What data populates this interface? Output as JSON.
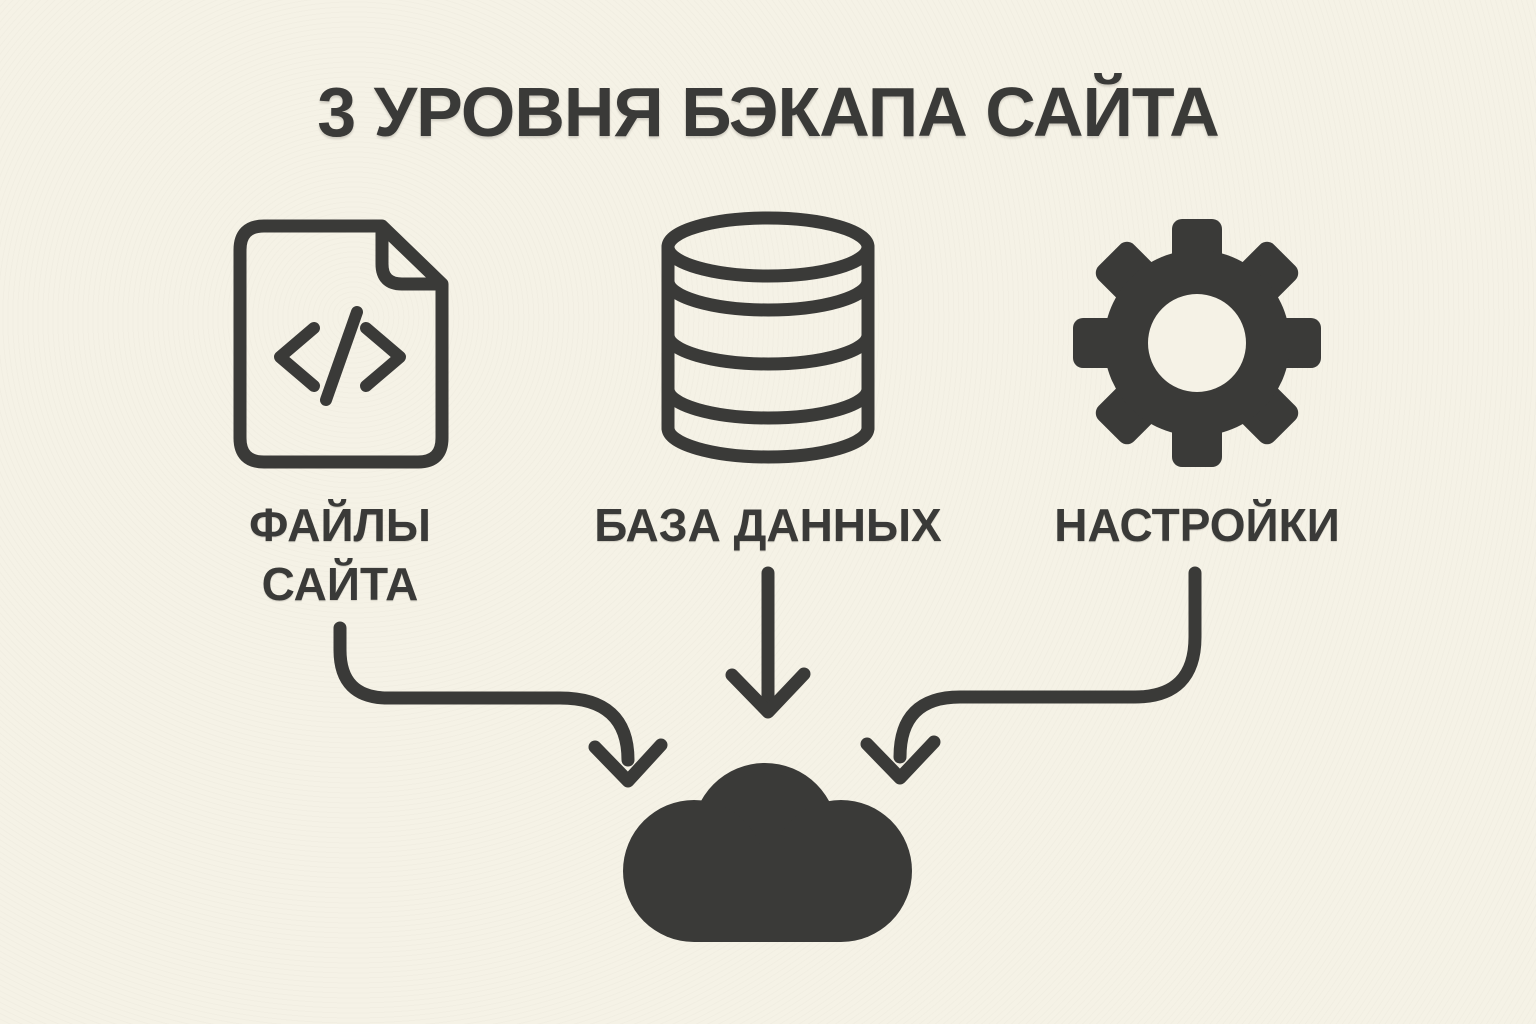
{
  "title": "3 УРОВНЯ БЭКАПА САЙТА",
  "colors": {
    "ink": "#3a3a38",
    "background": "#f5f2e6"
  },
  "items": [
    {
      "id": "site-files",
      "icon": "code-file-icon",
      "lines": [
        "ФАЙЛЫ",
        "САЙТА"
      ]
    },
    {
      "id": "database",
      "icon": "database-icon",
      "lines": [
        "БАЗА ДАННЫХ"
      ]
    },
    {
      "id": "settings",
      "icon": "gear-icon",
      "lines": [
        "НАСТРОЙКИ"
      ]
    }
  ],
  "destination": {
    "icon": "cloud-icon",
    "meaning": "backup storage cloud"
  }
}
